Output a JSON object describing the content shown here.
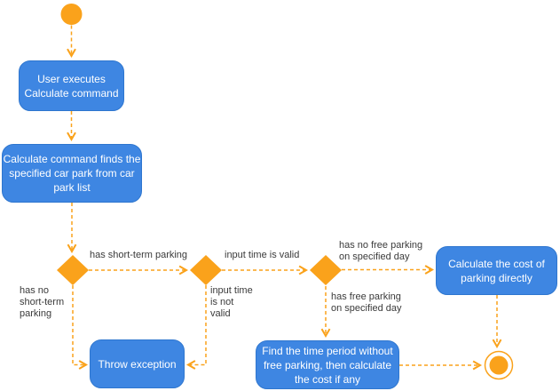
{
  "diagram": {
    "kind": "uml-activity-diagram",
    "colors": {
      "activity_fill": "#3e86e2",
      "activity_border": "#2e76cf",
      "activity_text": "#ffffff",
      "accent_orange": "#faa21b",
      "edge_label_text": "#3a3a3a",
      "background": "#ffffff"
    },
    "nodes": {
      "start": {
        "type": "initial-node"
      },
      "user_executes": {
        "label": "User executes\nCalculate command"
      },
      "find_car_park": {
        "label": "Calculate command finds the\nspecified car park from car\npark list"
      },
      "decision_short_term": {
        "type": "decision"
      },
      "decision_input_valid": {
        "type": "decision"
      },
      "decision_free_parking": {
        "type": "decision"
      },
      "throw_exception": {
        "label": "Throw exception"
      },
      "calculate_cost": {
        "label": "Calculate the cost of\nparking directly"
      },
      "find_time_period": {
        "label": "Find the time period without\nfree parking, then calculate\nthe cost if any"
      },
      "end": {
        "type": "final-node"
      }
    },
    "edge_labels": {
      "has_short_term": "has short-term parking",
      "has_no_short_term": "has no\nshort-term\nparking",
      "input_valid": "input time is valid",
      "input_not_valid": "input time\nis not\nvalid",
      "has_no_free_parking": "has no free parking\non specified day",
      "has_free_parking": "has free parking\non specified day"
    }
  }
}
